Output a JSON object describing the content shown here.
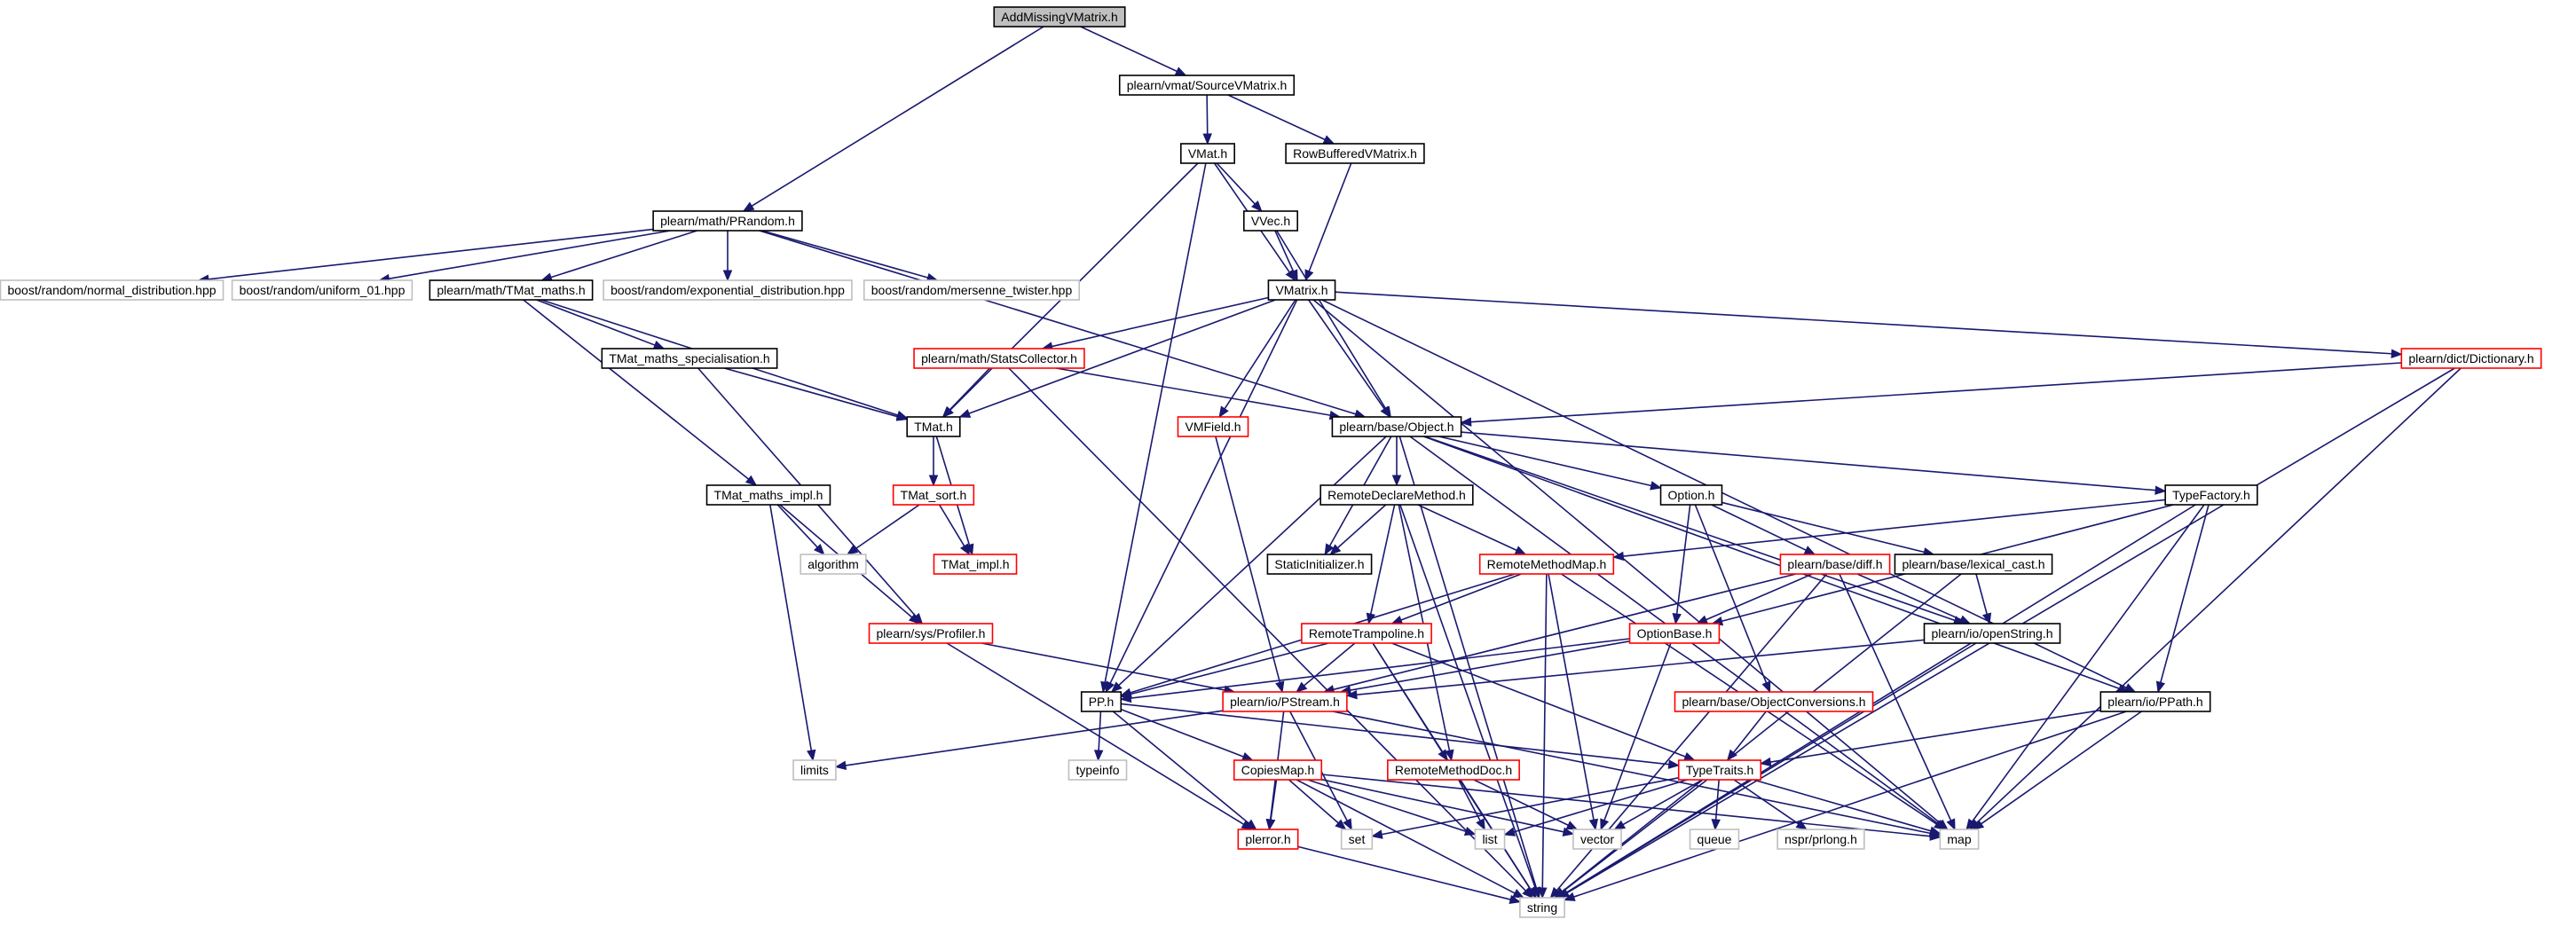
{
  "title": "AddMissingVMatrix.h",
  "colors": {
    "root_fill": "#bfbfbf",
    "node_fill": "#ffffff",
    "normal_border": "#000000",
    "truncated_border": "#ff0000",
    "external_border": "#bfbfbf",
    "edge": "#191970"
  },
  "nodes": [
    {
      "id": "addmissing",
      "label": "AddMissingVMatrix.h",
      "kind": "root"
    },
    {
      "id": "sourcevmatrix",
      "label": "plearn/vmat/SourceVMatrix.h",
      "kind": "normal"
    },
    {
      "id": "vmat",
      "label": "VMat.h",
      "kind": "normal"
    },
    {
      "id": "rowbuffered",
      "label": "RowBufferedVMatrix.h",
      "kind": "normal"
    },
    {
      "id": "prandom",
      "label": "plearn/math/PRandom.h",
      "kind": "normal"
    },
    {
      "id": "vvec",
      "label": "VVec.h",
      "kind": "normal"
    },
    {
      "id": "normal_dist",
      "label": "boost/random/normal_distribution.hpp",
      "kind": "external"
    },
    {
      "id": "uniform01",
      "label": "boost/random/uniform_01.hpp",
      "kind": "external"
    },
    {
      "id": "tmat_maths",
      "label": "plearn/math/TMat_maths.h",
      "kind": "normal"
    },
    {
      "id": "exp_dist",
      "label": "boost/random/exponential_distribution.hpp",
      "kind": "external"
    },
    {
      "id": "mersenne",
      "label": "boost/random/mersenne_twister.hpp",
      "kind": "external"
    },
    {
      "id": "vmatrix",
      "label": "VMatrix.h",
      "kind": "normal"
    },
    {
      "id": "tmat_spec",
      "label": "TMat_maths_specialisation.h",
      "kind": "normal"
    },
    {
      "id": "statscollector",
      "label": "plearn/math/StatsCollector.h",
      "kind": "truncated"
    },
    {
      "id": "dictionary",
      "label": "plearn/dict/Dictionary.h",
      "kind": "truncated"
    },
    {
      "id": "tmat",
      "label": "TMat.h",
      "kind": "normal"
    },
    {
      "id": "vmfield",
      "label": "VMField.h",
      "kind": "truncated"
    },
    {
      "id": "object",
      "label": "plearn/base/Object.h",
      "kind": "normal"
    },
    {
      "id": "tmat_impl_maths",
      "label": "TMat_maths_impl.h",
      "kind": "normal"
    },
    {
      "id": "tmat_sort",
      "label": "TMat_sort.h",
      "kind": "truncated"
    },
    {
      "id": "remotedeclare",
      "label": "RemoteDeclareMethod.h",
      "kind": "normal"
    },
    {
      "id": "option",
      "label": "Option.h",
      "kind": "normal"
    },
    {
      "id": "typefactory",
      "label": "TypeFactory.h",
      "kind": "normal"
    },
    {
      "id": "algorithm",
      "label": "algorithm",
      "kind": "external"
    },
    {
      "id": "tmat_impl",
      "label": "TMat_impl.h",
      "kind": "truncated"
    },
    {
      "id": "staticinit",
      "label": "StaticInitializer.h",
      "kind": "normal"
    },
    {
      "id": "remotemethodmap",
      "label": "RemoteMethodMap.h",
      "kind": "truncated"
    },
    {
      "id": "diff",
      "label": "plearn/base/diff.h",
      "kind": "truncated"
    },
    {
      "id": "lexicalcast",
      "label": "plearn/base/lexical_cast.h",
      "kind": "normal"
    },
    {
      "id": "profiler",
      "label": "plearn/sys/Profiler.h",
      "kind": "truncated"
    },
    {
      "id": "remotetrampoline",
      "label": "RemoteTrampoline.h",
      "kind": "truncated"
    },
    {
      "id": "optionbase",
      "label": "OptionBase.h",
      "kind": "truncated"
    },
    {
      "id": "openstring",
      "label": "plearn/io/openString.h",
      "kind": "normal"
    },
    {
      "id": "pp",
      "label": "PP.h",
      "kind": "normal"
    },
    {
      "id": "pstream",
      "label": "plearn/io/PStream.h",
      "kind": "truncated"
    },
    {
      "id": "objconv",
      "label": "plearn/base/ObjectConversions.h",
      "kind": "truncated"
    },
    {
      "id": "ppath",
      "label": "plearn/io/PPath.h",
      "kind": "normal"
    },
    {
      "id": "limits",
      "label": "limits",
      "kind": "external"
    },
    {
      "id": "typeinfo",
      "label": "typeinfo",
      "kind": "external"
    },
    {
      "id": "copiesmap",
      "label": "CopiesMap.h",
      "kind": "truncated"
    },
    {
      "id": "remotemethoddoc",
      "label": "RemoteMethodDoc.h",
      "kind": "truncated"
    },
    {
      "id": "typetraits",
      "label": "TypeTraits.h",
      "kind": "truncated"
    },
    {
      "id": "plerror",
      "label": "plerror.h",
      "kind": "truncated"
    },
    {
      "id": "set",
      "label": "set",
      "kind": "external"
    },
    {
      "id": "list",
      "label": "list",
      "kind": "external"
    },
    {
      "id": "vector",
      "label": "vector",
      "kind": "external"
    },
    {
      "id": "queue",
      "label": "queue",
      "kind": "external"
    },
    {
      "id": "nsprlong",
      "label": "nspr/prlong.h",
      "kind": "external"
    },
    {
      "id": "map",
      "label": "map",
      "kind": "external"
    },
    {
      "id": "string",
      "label": "string",
      "kind": "external"
    }
  ],
  "edges": [
    [
      "addmissing",
      "sourcevmatrix"
    ],
    [
      "addmissing",
      "prandom"
    ],
    [
      "sourcevmatrix",
      "vmat"
    ],
    [
      "sourcevmatrix",
      "rowbuffered"
    ],
    [
      "vmat",
      "vvec"
    ],
    [
      "vmat",
      "vmatrix"
    ],
    [
      "vmat",
      "tmat"
    ],
    [
      "vmat",
      "pp"
    ],
    [
      "rowbuffered",
      "vmatrix"
    ],
    [
      "vvec",
      "vmatrix"
    ],
    [
      "vvec",
      "object"
    ],
    [
      "prandom",
      "normal_dist"
    ],
    [
      "prandom",
      "uniform01"
    ],
    [
      "prandom",
      "tmat_maths"
    ],
    [
      "prandom",
      "exp_dist"
    ],
    [
      "prandom",
      "mersenne"
    ],
    [
      "prandom",
      "object"
    ],
    [
      "tmat_maths",
      "tmat_spec"
    ],
    [
      "tmat_maths",
      "tmat"
    ],
    [
      "tmat_maths",
      "tmat_impl_maths"
    ],
    [
      "vmatrix",
      "statscollector"
    ],
    [
      "vmatrix",
      "dictionary"
    ],
    [
      "vmatrix",
      "tmat"
    ],
    [
      "vmatrix",
      "vmfield"
    ],
    [
      "vmatrix",
      "object"
    ],
    [
      "vmatrix",
      "pp"
    ],
    [
      "vmatrix",
      "ppath"
    ],
    [
      "vmatrix",
      "map"
    ],
    [
      "tmat_spec",
      "tmat"
    ],
    [
      "tmat_spec",
      "profiler"
    ],
    [
      "statscollector",
      "tmat"
    ],
    [
      "statscollector",
      "object"
    ],
    [
      "statscollector",
      "string"
    ],
    [
      "dictionary",
      "object"
    ],
    [
      "dictionary",
      "map"
    ],
    [
      "dictionary",
      "string"
    ],
    [
      "tmat",
      "tmat_sort"
    ],
    [
      "tmat",
      "tmat_impl"
    ],
    [
      "vmfield",
      "pstream"
    ],
    [
      "object",
      "pp"
    ],
    [
      "object",
      "staticinit"
    ],
    [
      "object",
      "remotedeclare"
    ],
    [
      "object",
      "option"
    ],
    [
      "object",
      "typefactory"
    ],
    [
      "object",
      "openstring"
    ],
    [
      "object",
      "ppath"
    ],
    [
      "object",
      "map"
    ],
    [
      "object",
      "string"
    ],
    [
      "tmat_impl_maths",
      "algorithm"
    ],
    [
      "tmat_impl_maths",
      "profiler"
    ],
    [
      "tmat_impl_maths",
      "limits"
    ],
    [
      "tmat_sort",
      "algorithm"
    ],
    [
      "tmat_sort",
      "tmat_impl"
    ],
    [
      "remotedeclare",
      "staticinit"
    ],
    [
      "remotedeclare",
      "remotemethodmap"
    ],
    [
      "remotedeclare",
      "remotetrampoline"
    ],
    [
      "remotedeclare",
      "remotemethoddoc"
    ],
    [
      "remotedeclare",
      "string"
    ],
    [
      "option",
      "optionbase"
    ],
    [
      "option",
      "diff"
    ],
    [
      "option",
      "lexicalcast"
    ],
    [
      "option",
      "objconv"
    ],
    [
      "typefactory",
      "remotemethodmap"
    ],
    [
      "typefactory",
      "optionbase"
    ],
    [
      "typefactory",
      "ppath"
    ],
    [
      "typefactory",
      "map"
    ],
    [
      "typefactory",
      "string"
    ],
    [
      "remotemethodmap",
      "pp"
    ],
    [
      "remotemethodmap",
      "remotetrampoline"
    ],
    [
      "remotemethodmap",
      "map"
    ],
    [
      "remotemethodmap",
      "vector"
    ],
    [
      "remotemethodmap",
      "string"
    ],
    [
      "diff",
      "optionbase"
    ],
    [
      "diff",
      "openstring"
    ],
    [
      "diff",
      "pstream"
    ],
    [
      "diff",
      "map"
    ],
    [
      "diff",
      "string"
    ],
    [
      "lexicalcast",
      "openstring"
    ],
    [
      "lexicalcast",
      "string"
    ],
    [
      "profiler",
      "pstream"
    ],
    [
      "profiler",
      "plerror"
    ],
    [
      "remotetrampoline",
      "pp"
    ],
    [
      "remotetrampoline",
      "pstream"
    ],
    [
      "remotetrampoline",
      "remotemethoddoc"
    ],
    [
      "remotetrampoline",
      "typetraits"
    ],
    [
      "remotetrampoline",
      "string"
    ],
    [
      "optionbase",
      "pp"
    ],
    [
      "optionbase",
      "pstream"
    ],
    [
      "optionbase",
      "vector"
    ],
    [
      "openstring",
      "pstream"
    ],
    [
      "openstring",
      "string"
    ],
    [
      "pp",
      "typeinfo"
    ],
    [
      "pp",
      "copiesmap"
    ],
    [
      "pp",
      "typetraits"
    ],
    [
      "pp",
      "plerror"
    ],
    [
      "pstream",
      "limits"
    ],
    [
      "pstream",
      "plerror"
    ],
    [
      "pstream",
      "set"
    ],
    [
      "pstream",
      "map"
    ],
    [
      "objconv",
      "typetraits"
    ],
    [
      "ppath",
      "typetraits"
    ],
    [
      "ppath",
      "map"
    ],
    [
      "ppath",
      "string"
    ],
    [
      "copiesmap",
      "plerror"
    ],
    [
      "copiesmap",
      "set"
    ],
    [
      "copiesmap",
      "list"
    ],
    [
      "copiesmap",
      "map"
    ],
    [
      "copiesmap",
      "vector"
    ],
    [
      "copiesmap",
      "string"
    ],
    [
      "remotemethoddoc",
      "list"
    ],
    [
      "remotemethoddoc",
      "vector"
    ],
    [
      "remotemethoddoc",
      "string"
    ],
    [
      "typetraits",
      "set"
    ],
    [
      "typetraits",
      "list"
    ],
    [
      "typetraits",
      "vector"
    ],
    [
      "typetraits",
      "queue"
    ],
    [
      "typetraits",
      "nsprlong"
    ],
    [
      "typetraits",
      "map"
    ],
    [
      "typetraits",
      "string"
    ],
    [
      "plerror",
      "string"
    ]
  ]
}
